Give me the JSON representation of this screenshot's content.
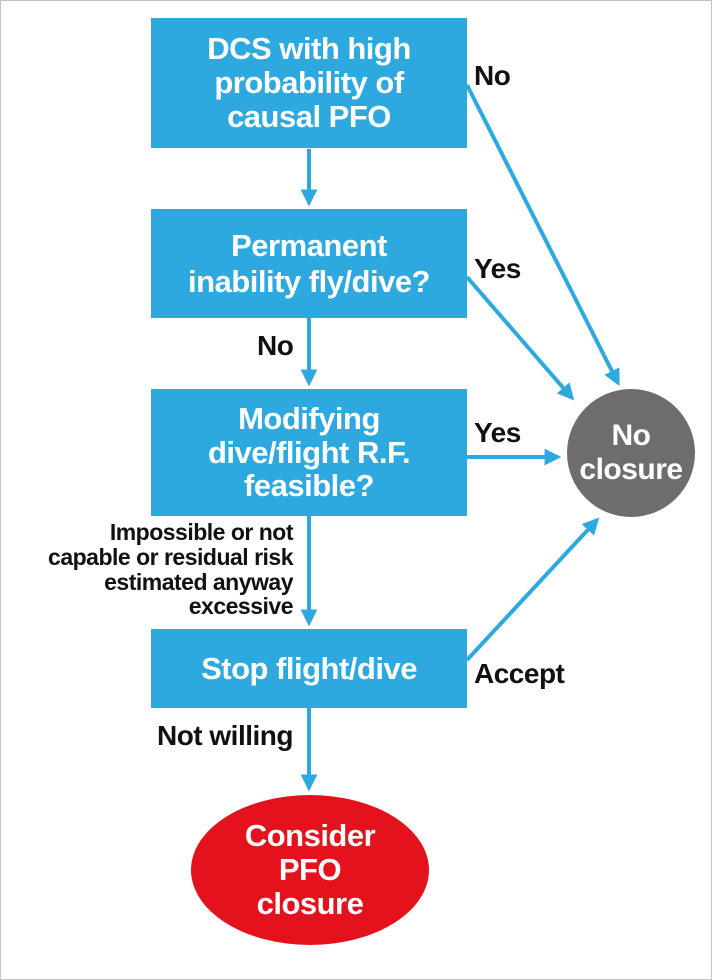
{
  "colors": {
    "box": "#2ea9df",
    "arrow": "#2ea9df",
    "no_closure": "#6d6d6d",
    "consider_closure": "#e3121c",
    "text_dark": "#111111"
  },
  "nodes": {
    "start": "DCS with high\nprobability of\ncausal PFO",
    "permanent": "Permanent\ninability fly/dive?",
    "modifying": "Modifying\ndive/flight R.F.\nfeasible?",
    "stop": "Stop flight/dive",
    "no_closure": "No\nclosure",
    "consider": "Consider\nPFO\nclosure"
  },
  "edge_labels": {
    "start_no": "No",
    "permanent_yes": "Yes",
    "permanent_no": "No",
    "modifying_yes": "Yes",
    "modifying_impossible": "Impossible or not\ncapable or residual risk\nestimated anyway\nexcessive",
    "stop_accept": "Accept",
    "stop_not_willing": "Not willing"
  }
}
